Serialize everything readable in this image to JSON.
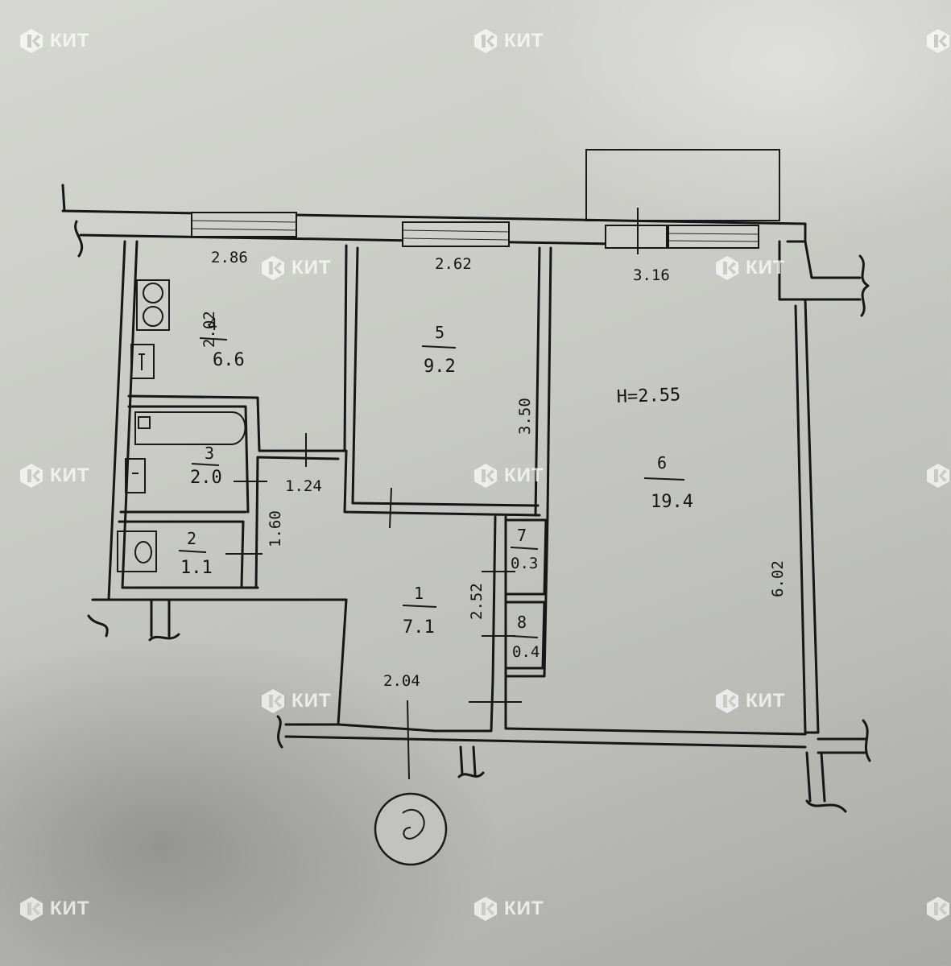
{
  "watermark": {
    "text": "КИТ"
  },
  "ceiling_height": "H=2.55",
  "rooms": [
    {
      "number": "1",
      "area": "7.1"
    },
    {
      "number": "2",
      "area": "1.1"
    },
    {
      "number": "3",
      "area": "2.0"
    },
    {
      "number": "4",
      "area": "6.6"
    },
    {
      "number": "5",
      "area": "9.2"
    },
    {
      "number": "6",
      "area": "19.4"
    },
    {
      "number": "7",
      "area": "0.3"
    },
    {
      "number": "8",
      "area": "0.4"
    }
  ],
  "dimensions": {
    "kitchen_width": "2.86",
    "kitchen_depth": "2.02",
    "room5_width": "2.62",
    "room5_depth": "3.50",
    "room6_width": "3.16",
    "room6_depth": "6.02",
    "corridor_width": "1.24",
    "corridor_length": "1.60",
    "hall_width": "2.04",
    "hall_length": "2.52"
  }
}
